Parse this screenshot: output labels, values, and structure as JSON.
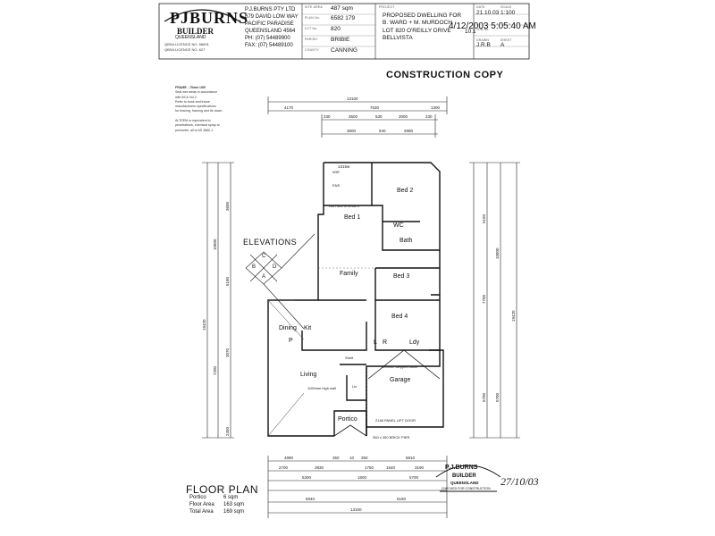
{
  "title_block": {
    "logo": "PJBURNS",
    "logo_builder": "BUILDER",
    "logo_state": "QUEENSLAND",
    "licence_1": "QBSA LICENCE NO. 56691",
    "licence_2": "QBSA LICENCE NO. 627",
    "company_lines": [
      "P.J.BURNS PTY LTD",
      "679 DAVID LOW WAY",
      "PACIFIC PARADISE",
      "QUEENSLAND 4564",
      "PH: (07) 54489900",
      "FAX: (07) 54489100"
    ],
    "fields": [
      {
        "label": "SITE AREA",
        "value": "487 sqm"
      },
      {
        "label": "PLAN No.",
        "value": "6582 179"
      },
      {
        "label": "LOT No.",
        "value": "820"
      },
      {
        "label": "PARISH",
        "value": "BRIBIE"
      },
      {
        "label": "COUNTY",
        "value": "CANNING"
      }
    ],
    "project_label": "PROJECT",
    "project_lines": [
      "PROPOSED DWELLING FOR",
      "B. WARD + M. MURDOCH",
      "LOT 820 O'REILLY DRIVE",
      "BELLVISTA"
    ],
    "right_fields": [
      {
        "label": "DATE",
        "value": "21.10.03"
      },
      {
        "label": "SCALE",
        "value": "1:100"
      },
      {
        "label": "JOB No.",
        "value": "10.1"
      },
      {
        "label": "DRAWN",
        "value": "J.R.B"
      },
      {
        "label": "SHEET",
        "value": "A"
      }
    ],
    "fax_stamp": "4/12/2003 5:05:40 AM"
  },
  "banner": "CONSTRUCTION COPY",
  "notes": [
    "FRAME - 70mm U90",
    "Seal wet areas in accordance",
    "with BCA Vol 2.",
    "Refer to truss and frame",
    "manufacturers specifications",
    "for bracing, framing and tie down.",
    "",
    "ALTEEM or equivalent to",
    "penetrations, chemical spray to",
    "perimeter, all to AS 3660-1"
  ],
  "rooms": {
    "bed1": "Bed 1",
    "bed2": "Bed 2",
    "bed3": "Bed 3",
    "bed4": "Bed 4",
    "family": "Family",
    "dining": "Dining",
    "kit": "Kit",
    "living": "Living",
    "garage": "Garage",
    "portico": "Portico",
    "bath": "Bath",
    "wc": "WC",
    "ens": "ENS",
    "l": "L",
    "lndy": "Ldy",
    "wir": "WIR",
    "p": "P",
    "r": "R"
  },
  "labels": {
    "panel_door": "2148 PANEL LIFT DOOR",
    "brick_pier": "350 x 350 BRICK PIER",
    "coffer": "200mm stepped coffer",
    "high_wall": "1100mm high wall",
    "gun_slot": "Gun Slot to detail 5",
    "linen": "Lin",
    "shelf": "Shelf"
  },
  "elevations": {
    "title": "ELEVATIONS",
    "a": "A",
    "b": "B",
    "c": "C",
    "d": "D"
  },
  "dims_top": {
    "overall": "13100",
    "row1": [
      "4170",
      "7630",
      "1300"
    ],
    "row2": [
      "230",
      "3500",
      "530",
      "3000",
      "230"
    ],
    "row3": [
      "3500",
      "940",
      "2580"
    ],
    "room_top": "1315w"
  },
  "dims_bottom": {
    "row1": [
      "4890",
      "350",
      "10",
      "350",
      "5810"
    ],
    "row2": [
      "2700",
      "3930",
      "1750",
      "1640",
      "3190"
    ],
    "row3": [
      "5300",
      "1600",
      "5700"
    ],
    "row4": [
      "6940",
      "6160"
    ],
    "overall": "13100"
  },
  "dims_left": [
    "19420",
    "10800",
    "3600",
    "5180",
    "7200",
    "3070",
    "2450"
  ],
  "dims_right": [
    "19420",
    "10800",
    "5150",
    "7700",
    "5700",
    "5700"
  ],
  "floor_plan": {
    "title": "FLOOR PLAN",
    "areas": [
      {
        "name": "Portico",
        "value": "6 sqm"
      },
      {
        "name": "Floor Area",
        "value": "163 sqm"
      },
      {
        "name": "Total Area",
        "value": "169 sqm"
      }
    ]
  },
  "approval_stamp": {
    "name": "P.J.BURNS",
    "sub": "BUILDER",
    "state": "QUEENSLAND",
    "note": "CHECKED FOR CONSTRUCTION"
  },
  "signature": "27/10/03"
}
